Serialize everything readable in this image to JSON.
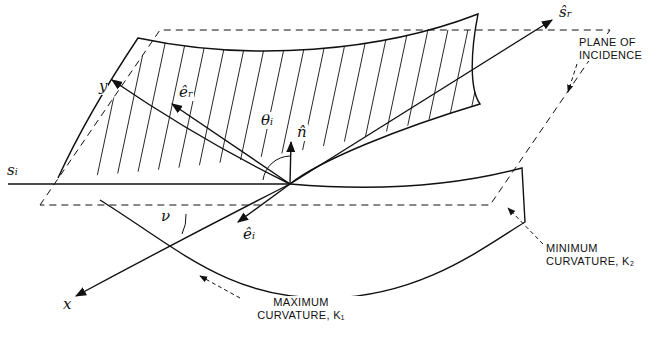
{
  "diagram": {
    "labels": [
      "PLANE OF INCIDENCE",
      "ŝᵣ",
      "êᵣ",
      "y",
      "θᵢ",
      "n̂",
      "sᵢ",
      "êᵢ",
      "ν",
      "MINIMUM CURVATURE, K₂",
      "x",
      "MAXIMUM CURVATURE, K₁"
    ]
  }
}
